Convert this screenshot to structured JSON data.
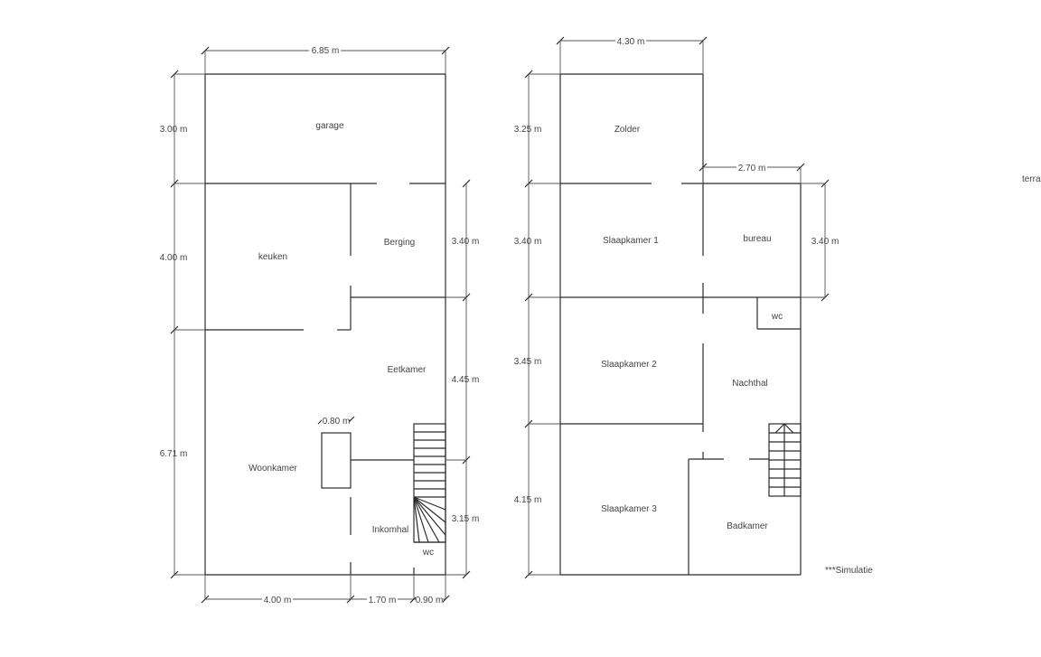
{
  "rooms": {
    "garage": "garage",
    "keuken": "keuken",
    "berging": "Berging",
    "eetkamer": "Eetkamer",
    "woonkamer": "Woonkamer",
    "inkomhal": "Inkomhal",
    "wc_ground": "wc",
    "zolder": "Zolder",
    "slaapkamer1": "Slaapkamer 1",
    "bureau": "bureau",
    "wc_upper": "wc",
    "slaapkamer2": "Slaapkamer 2",
    "nachthal": "Nachthal",
    "slaapkamer3": "Slaapkamer 3",
    "badkamer": "Badkamer"
  },
  "dimensions": {
    "ground_width": "6.85 m",
    "ground_garage_h": "3.00 m",
    "ground_keuken_h": "4.00 m",
    "ground_woon_h": "6.71 m",
    "ground_berging_h": "3.40 m",
    "ground_eetkamer_h": "4.45 m",
    "ground_inkom_h": "3.15 m",
    "ground_bottom_1": "4.00 m",
    "ground_bottom_2": "1.70 m",
    "ground_bottom_3": "0.90 m",
    "ground_chimney_w": "0.80 m",
    "upper_width": "4.30 m",
    "upper_bureau_w": "2.70 m",
    "upper_zolder_h": "3.25 m",
    "upper_slk1_h": "3.40 m",
    "upper_slk2_h": "3.45 m",
    "upper_slk3_h": "4.15 m",
    "upper_bureau_h": "3.40 m"
  },
  "notes": {
    "terrace": "terra",
    "simulation": "***Simulatie"
  }
}
